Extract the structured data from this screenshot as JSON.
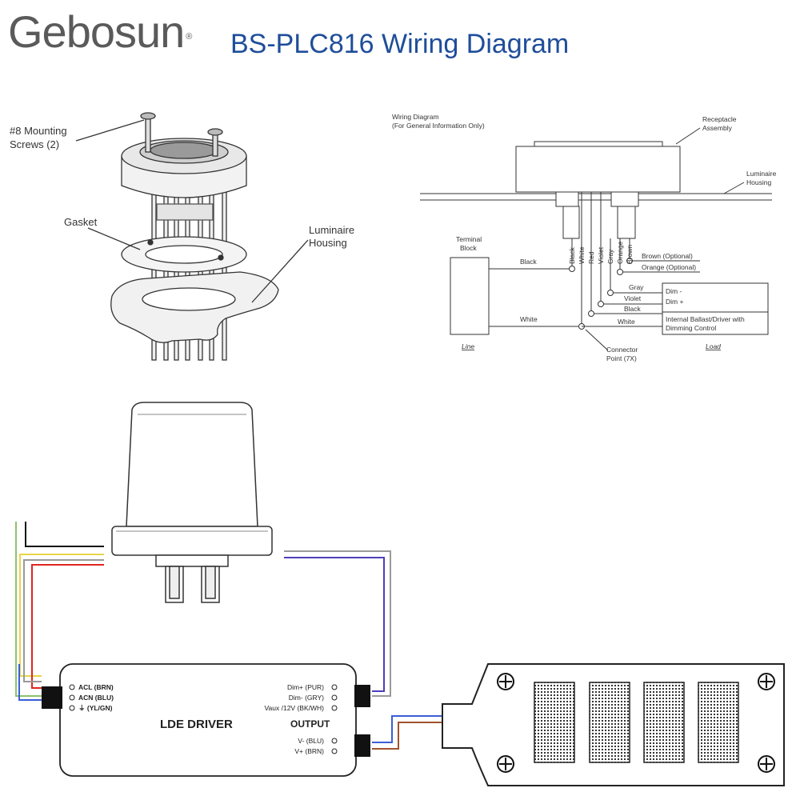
{
  "header": {
    "logo_text": "Gebosun",
    "title": "BS-PLC816 Wiring Diagram"
  },
  "colors": {
    "title_blue": "#1f4e9a",
    "logo_gray": "#5a5a5a",
    "logo_red": "#d9262b",
    "logo_green": "#1f9c5a",
    "wire_red": "#e0261f",
    "wire_yellow": "#e8d64a",
    "wire_green": "#8dc26d",
    "wire_blue": "#3b5fd6",
    "wire_brown": "#a0522d",
    "wire_purple": "#4b3fb8",
    "wire_gray": "#9a9a9a"
  },
  "mount_diagram": {
    "screws_label_1": "#8 Mounting",
    "screws_label_2": "Screws (2)",
    "gasket_label": "Gasket",
    "housing_label_1": "Luminaire",
    "housing_label_2": "Housing"
  },
  "wiring_schematic": {
    "heading_1": "Wiring Diagram",
    "heading_2": "(For General Information Only)",
    "receptacle_1": "Receptacle",
    "receptacle_2": "Assembly",
    "housing_1": "Luminaire",
    "housing_2": "Housing",
    "terminal_1": "Terminal",
    "terminal_2": "Block",
    "line_label": "Line",
    "load_label": "Load",
    "wire_labels": [
      "Black",
      "White",
      "Red",
      "Violet",
      "Gray",
      "Orange",
      "Brown"
    ],
    "black_label": "Black",
    "white_label": "White",
    "brown_optional": "Brown (Optional)",
    "orange_optional": "Orange (Optional)",
    "gray_label": "Gray",
    "violet_label": "Violet",
    "black_label_2": "Black",
    "white_label_2": "White",
    "dim_minus": "Dim -",
    "dim_plus": "Dim +",
    "ballast_1": "Internal Ballast/Driver with",
    "ballast_2": "Dimming Control",
    "connector_1": "Connector",
    "connector_2": "Point (7X)"
  },
  "driver": {
    "name": "LDE DRIVER",
    "output": "OUTPUT",
    "acl": "ACL  (BRN)",
    "acn": "ACN  (BLU)",
    "ground": "⏚ (YL/GN)",
    "dim_plus": "Dim+  (PUR)",
    "dim_minus": "Dim-   (GRY)",
    "vaux": "Vaux /12V  (BK/WH)",
    "v_minus": "V-  (BLU)",
    "v_plus": "V+  (BRN)"
  }
}
